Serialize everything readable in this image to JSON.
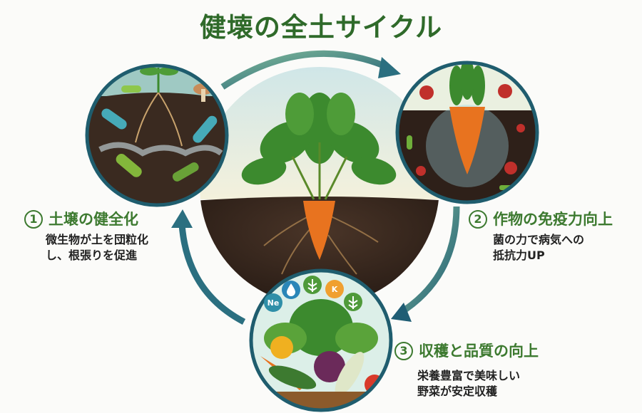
{
  "title": "健壊の全土サイクル",
  "steps": [
    {
      "number": "1",
      "heading": "土壌の健全化",
      "lines": [
        "微生物が土を団粒化",
        "し、根張りを促進"
      ]
    },
    {
      "number": "2",
      "heading": "作物の免疫力向上",
      "lines": [
        "菌の力で病気への",
        "抵抗力UP"
      ]
    },
    {
      "number": "3",
      "heading": "収穫と品質の向上",
      "lines": [
        "栄養豊富で美味しい",
        "野菜が安定収穫"
      ]
    }
  ],
  "nutrient_badges": [
    {
      "label": "Ne",
      "color": "#2f8fa8"
    },
    {
      "label": "",
      "icon": "water-drop",
      "color": "#2a86b8"
    },
    {
      "label": "",
      "icon": "wheat",
      "color": "#4f9a3a"
    },
    {
      "label": "K",
      "color": "#f0a030"
    },
    {
      "label": "",
      "icon": "wheat",
      "color": "#4f9a3a"
    }
  ],
  "colors": {
    "title": "#2f6a2a",
    "arrow": "#2b6f80",
    "ring": "#1f5d6e",
    "soil": "#3a2a20",
    "carrot": "#e8731f"
  }
}
